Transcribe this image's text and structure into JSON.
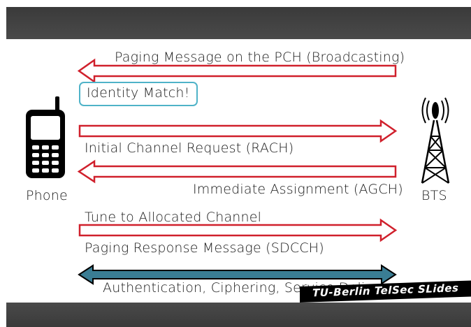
{
  "messages": {
    "paging": "Paging Message on the PCH (Broadcasting)",
    "identity": "Identity Match!",
    "rach": "Initial Channel Request (RACH)",
    "agch": "Immediate Assignment (AGCH)",
    "tune": "Tune to Allocated Channel",
    "sdcch": "Paging Response Message (SDCCH)",
    "auth": "Authentication, Ciphering, Service Delivery..."
  },
  "actors": {
    "phone": "Phone",
    "bts": "BTS"
  },
  "watermark": "TU-Berlin TelSec SLides",
  "colors": {
    "arrow_red": "#d0202c",
    "arrow_blue": "#3a7d94",
    "identity_border": "#4fb3c8",
    "bar": "#404040"
  }
}
